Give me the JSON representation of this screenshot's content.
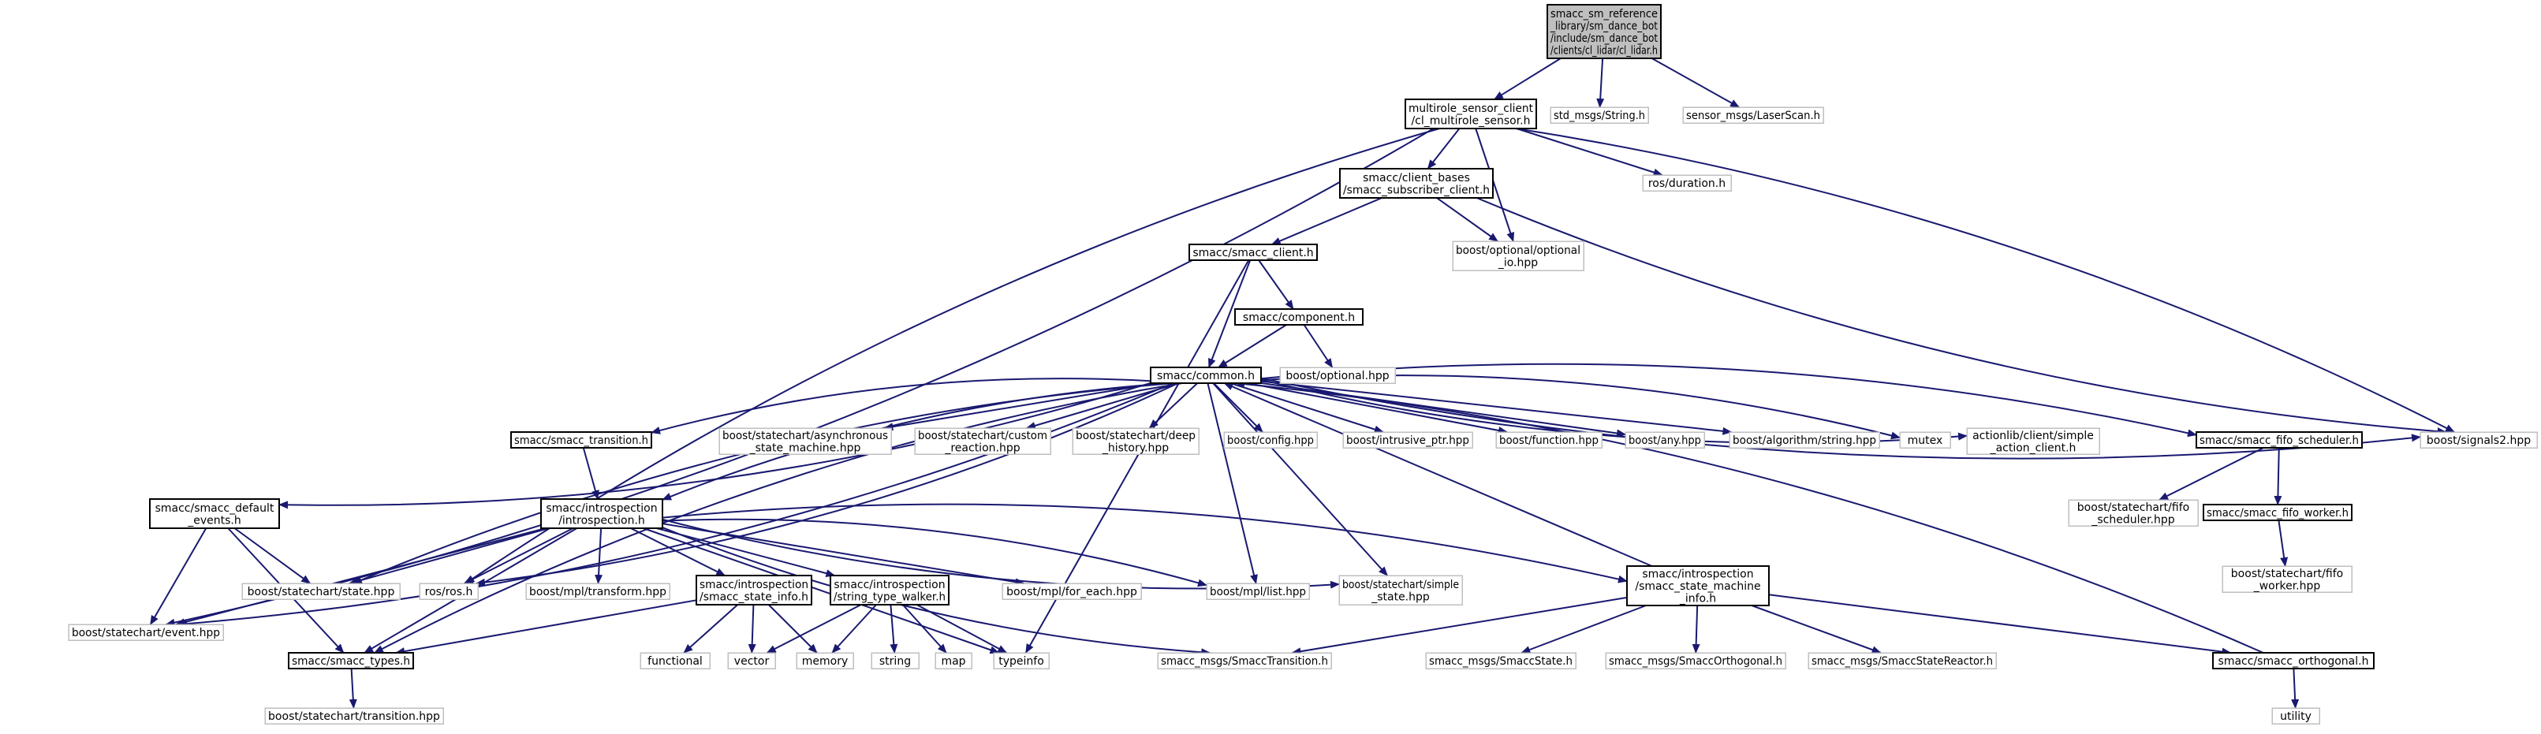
{
  "colors": {
    "background": "#ffffff",
    "root_fill": "#bfbfbf",
    "node_fill": "#ffffff",
    "internal_border": "#000000",
    "external_border": "#bfbfbf",
    "edge_color": "#191970",
    "text_color": "#000000"
  },
  "nodes": {
    "root": {
      "lines": [
        "smacc_sm_reference",
        "_library/sm_dance_bot",
        "/include/sm_dance_bot",
        "/clients/cl_lidar/cl_lidar.h"
      ],
      "kind": "root"
    },
    "multirole": {
      "lines": [
        "multirole_sensor_client",
        "/cl_multirole_sensor.h"
      ],
      "kind": "internal"
    },
    "std_string": {
      "lines": [
        "std_msgs/String.h"
      ],
      "kind": "external"
    },
    "laserscan": {
      "lines": [
        "sensor_msgs/LaserScan.h"
      ],
      "kind": "external"
    },
    "subscriber": {
      "lines": [
        "smacc/client_bases",
        "/smacc_subscriber_client.h"
      ],
      "kind": "internal"
    },
    "duration": {
      "lines": [
        "ros/duration.h"
      ],
      "kind": "external"
    },
    "smacc_client": {
      "lines": [
        "smacc/smacc_client.h"
      ],
      "kind": "internal"
    },
    "optional_io": {
      "lines": [
        "boost/optional/optional",
        "_io.hpp"
      ],
      "kind": "external"
    },
    "component": {
      "lines": [
        "smacc/component.h"
      ],
      "kind": "internal"
    },
    "optional": {
      "lines": [
        "boost/optional.hpp"
      ],
      "kind": "external"
    },
    "common": {
      "lines": [
        "smacc/common.h"
      ],
      "kind": "internal"
    },
    "transition": {
      "lines": [
        "smacc/smacc_transition.h"
      ],
      "kind": "internal"
    },
    "async_sm": {
      "lines": [
        "boost/statechart/asynchronous",
        "_state_machine.hpp"
      ],
      "kind": "external"
    },
    "custom_reaction": {
      "lines": [
        "boost/statechart/custom",
        "_reaction.hpp"
      ],
      "kind": "external"
    },
    "deep_history": {
      "lines": [
        "boost/statechart/deep",
        "_history.hpp"
      ],
      "kind": "external"
    },
    "config": {
      "lines": [
        "boost/config.hpp"
      ],
      "kind": "external"
    },
    "intrusive_ptr": {
      "lines": [
        "boost/intrusive_ptr.hpp"
      ],
      "kind": "external"
    },
    "function": {
      "lines": [
        "boost/function.hpp"
      ],
      "kind": "external"
    },
    "any": {
      "lines": [
        "boost/any.hpp"
      ],
      "kind": "external"
    },
    "algo_string": {
      "lines": [
        "boost/algorithm/string.hpp"
      ],
      "kind": "external"
    },
    "mutex": {
      "lines": [
        "mutex"
      ],
      "kind": "external"
    },
    "simple_action_client": {
      "lines": [
        "actionlib/client/simple",
        "_action_client.h"
      ],
      "kind": "external"
    },
    "fifo_scheduler": {
      "lines": [
        "smacc/smacc_fifo_scheduler.h"
      ],
      "kind": "internal"
    },
    "signals2": {
      "lines": [
        "boost/signals2.hpp"
      ],
      "kind": "external"
    },
    "default_events": {
      "lines": [
        "smacc/smacc_default",
        "_events.h"
      ],
      "kind": "internal"
    },
    "introspection": {
      "lines": [
        "smacc/introspection",
        "/introspection.h"
      ],
      "kind": "internal"
    },
    "sc_fifo_scheduler": {
      "lines": [
        "boost/statechart/fifo",
        "_scheduler.hpp"
      ],
      "kind": "external"
    },
    "fifo_worker": {
      "lines": [
        "smacc/smacc_fifo_worker.h"
      ],
      "kind": "internal"
    },
    "event": {
      "lines": [
        "boost/statechart/event.hpp"
      ],
      "kind": "external"
    },
    "state": {
      "lines": [
        "boost/statechart/state.hpp"
      ],
      "kind": "external"
    },
    "ros": {
      "lines": [
        "ros/ros.h"
      ],
      "kind": "external"
    },
    "mpl_transform": {
      "lines": [
        "boost/mpl/transform.hpp"
      ],
      "kind": "external"
    },
    "state_info": {
      "lines": [
        "smacc/introspection",
        "/smacc_state_info.h"
      ],
      "kind": "internal"
    },
    "type_walker": {
      "lines": [
        "smacc/introspection",
        "/string_type_walker.h"
      ],
      "kind": "internal"
    },
    "mpl_for_each": {
      "lines": [
        "boost/mpl/for_each.hpp"
      ],
      "kind": "external"
    },
    "mpl_list": {
      "lines": [
        "boost/mpl/list.hpp"
      ],
      "kind": "external"
    },
    "simple_state": {
      "lines": [
        "boost/statechart/simple",
        "_state.hpp"
      ],
      "kind": "external"
    },
    "sm_info": {
      "lines": [
        "smacc/introspection",
        "/smacc_state_machine",
        "_info.h"
      ],
      "kind": "internal"
    },
    "sc_fifo_worker": {
      "lines": [
        "boost/statechart/fifo",
        "_worker.hpp"
      ],
      "kind": "external"
    },
    "types": {
      "lines": [
        "smacc/smacc_types.h"
      ],
      "kind": "internal"
    },
    "functional": {
      "lines": [
        "functional"
      ],
      "kind": "external"
    },
    "vector": {
      "lines": [
        "vector"
      ],
      "kind": "external"
    },
    "memory": {
      "lines": [
        "memory"
      ],
      "kind": "external"
    },
    "string": {
      "lines": [
        "string"
      ],
      "kind": "external"
    },
    "map": {
      "lines": [
        "map"
      ],
      "kind": "external"
    },
    "typeinfo": {
      "lines": [
        "typeinfo"
      ],
      "kind": "external"
    },
    "smacc_transition_msg": {
      "lines": [
        "smacc_msgs/SmaccTransition.h"
      ],
      "kind": "external"
    },
    "smacc_state_msg": {
      "lines": [
        "smacc_msgs/SmaccState.h"
      ],
      "kind": "external"
    },
    "smacc_orthogonal_msg": {
      "lines": [
        "smacc_msgs/SmaccOrthogonal.h"
      ],
      "kind": "external"
    },
    "smacc_state_reactor_msg": {
      "lines": [
        "smacc_msgs/SmaccStateReactor.h"
      ],
      "kind": "external"
    },
    "orthogonal": {
      "lines": [
        "smacc/smacc_orthogonal.h"
      ],
      "kind": "internal"
    },
    "sc_transition": {
      "lines": [
        "boost/statechart/transition.hpp"
      ],
      "kind": "external"
    },
    "utility": {
      "lines": [
        "utility"
      ],
      "kind": "external"
    }
  },
  "edges": [
    [
      "root",
      "multirole"
    ],
    [
      "root",
      "std_string"
    ],
    [
      "root",
      "laserscan"
    ],
    [
      "multirole",
      "subscriber"
    ],
    [
      "multirole",
      "duration"
    ],
    [
      "multirole",
      "optional_io"
    ],
    [
      "multirole",
      "event"
    ],
    [
      "multirole",
      "ros"
    ],
    [
      "multirole",
      "signals2"
    ],
    [
      "subscriber",
      "smacc_client"
    ],
    [
      "subscriber",
      "optional_io"
    ],
    [
      "subscriber",
      "signals2"
    ],
    [
      "smacc_client",
      "component"
    ],
    [
      "smacc_client",
      "common"
    ],
    [
      "smacc_client",
      "typeinfo"
    ],
    [
      "component",
      "common"
    ],
    [
      "component",
      "optional"
    ],
    [
      "common",
      "transition"
    ],
    [
      "common",
      "async_sm"
    ],
    [
      "common",
      "custom_reaction"
    ],
    [
      "common",
      "deep_history"
    ],
    [
      "common",
      "config"
    ],
    [
      "common",
      "intrusive_ptr"
    ],
    [
      "common",
      "function"
    ],
    [
      "common",
      "any"
    ],
    [
      "common",
      "algo_string"
    ],
    [
      "common",
      "mutex"
    ],
    [
      "common",
      "simple_action_client"
    ],
    [
      "common",
      "fifo_scheduler"
    ],
    [
      "common",
      "signals2"
    ],
    [
      "common",
      "default_events"
    ],
    [
      "common",
      "introspection"
    ],
    [
      "common",
      "event"
    ],
    [
      "common",
      "state"
    ],
    [
      "common",
      "ros"
    ],
    [
      "common",
      "types"
    ],
    [
      "common",
      "mpl_list"
    ],
    [
      "common",
      "simple_state"
    ],
    [
      "transition",
      "introspection"
    ],
    [
      "fifo_scheduler",
      "sc_fifo_scheduler"
    ],
    [
      "fifo_scheduler",
      "fifo_worker"
    ],
    [
      "fifo_worker",
      "sc_fifo_worker"
    ],
    [
      "default_events",
      "event"
    ],
    [
      "default_events",
      "state"
    ],
    [
      "default_events",
      "types"
    ],
    [
      "introspection",
      "event"
    ],
    [
      "introspection",
      "state"
    ],
    [
      "introspection",
      "ros"
    ],
    [
      "introspection",
      "mpl_transform"
    ],
    [
      "introspection",
      "state_info"
    ],
    [
      "introspection",
      "type_walker"
    ],
    [
      "introspection",
      "mpl_for_each"
    ],
    [
      "introspection",
      "mpl_list"
    ],
    [
      "introspection",
      "simple_state"
    ],
    [
      "introspection",
      "sm_info"
    ],
    [
      "introspection",
      "types"
    ],
    [
      "introspection",
      "typeinfo"
    ],
    [
      "introspection",
      "smacc_transition_msg"
    ],
    [
      "state_info",
      "types"
    ],
    [
      "state_info",
      "functional"
    ],
    [
      "state_info",
      "vector"
    ],
    [
      "state_info",
      "memory"
    ],
    [
      "type_walker",
      "vector"
    ],
    [
      "type_walker",
      "memory"
    ],
    [
      "type_walker",
      "string"
    ],
    [
      "type_walker",
      "map"
    ],
    [
      "type_walker",
      "typeinfo"
    ],
    [
      "sm_info",
      "common"
    ],
    [
      "sm_info",
      "smacc_transition_msg"
    ],
    [
      "sm_info",
      "smacc_state_msg"
    ],
    [
      "sm_info",
      "smacc_orthogonal_msg"
    ],
    [
      "sm_info",
      "smacc_state_reactor_msg"
    ],
    [
      "sm_info",
      "orthogonal"
    ],
    [
      "orthogonal",
      "common"
    ],
    [
      "orthogonal",
      "utility"
    ],
    [
      "types",
      "sc_transition"
    ]
  ]
}
